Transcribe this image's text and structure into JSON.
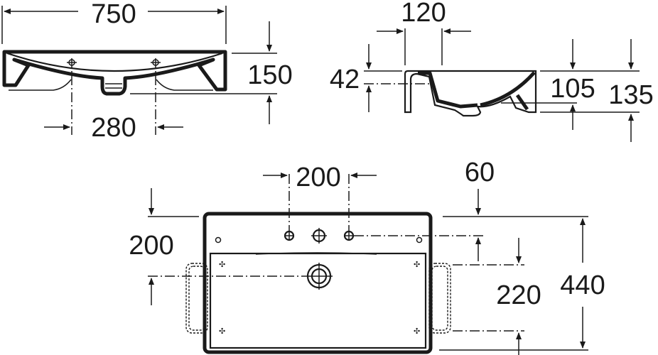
{
  "title": "Washbasin technical dimensions drawing",
  "views": {
    "front": {
      "width_label": "750",
      "height_label": "150",
      "tap_spacing_label": "280"
    },
    "side": {
      "depth_label": "120",
      "overflow_label": "42",
      "inner_height_label": "105",
      "total_height_label": "135"
    },
    "top": {
      "tap_spacing_label": "200",
      "tap_offset_label": "60",
      "drain_offset_label": "200",
      "bracket_spacing_label": "220",
      "depth_label": "440"
    }
  }
}
